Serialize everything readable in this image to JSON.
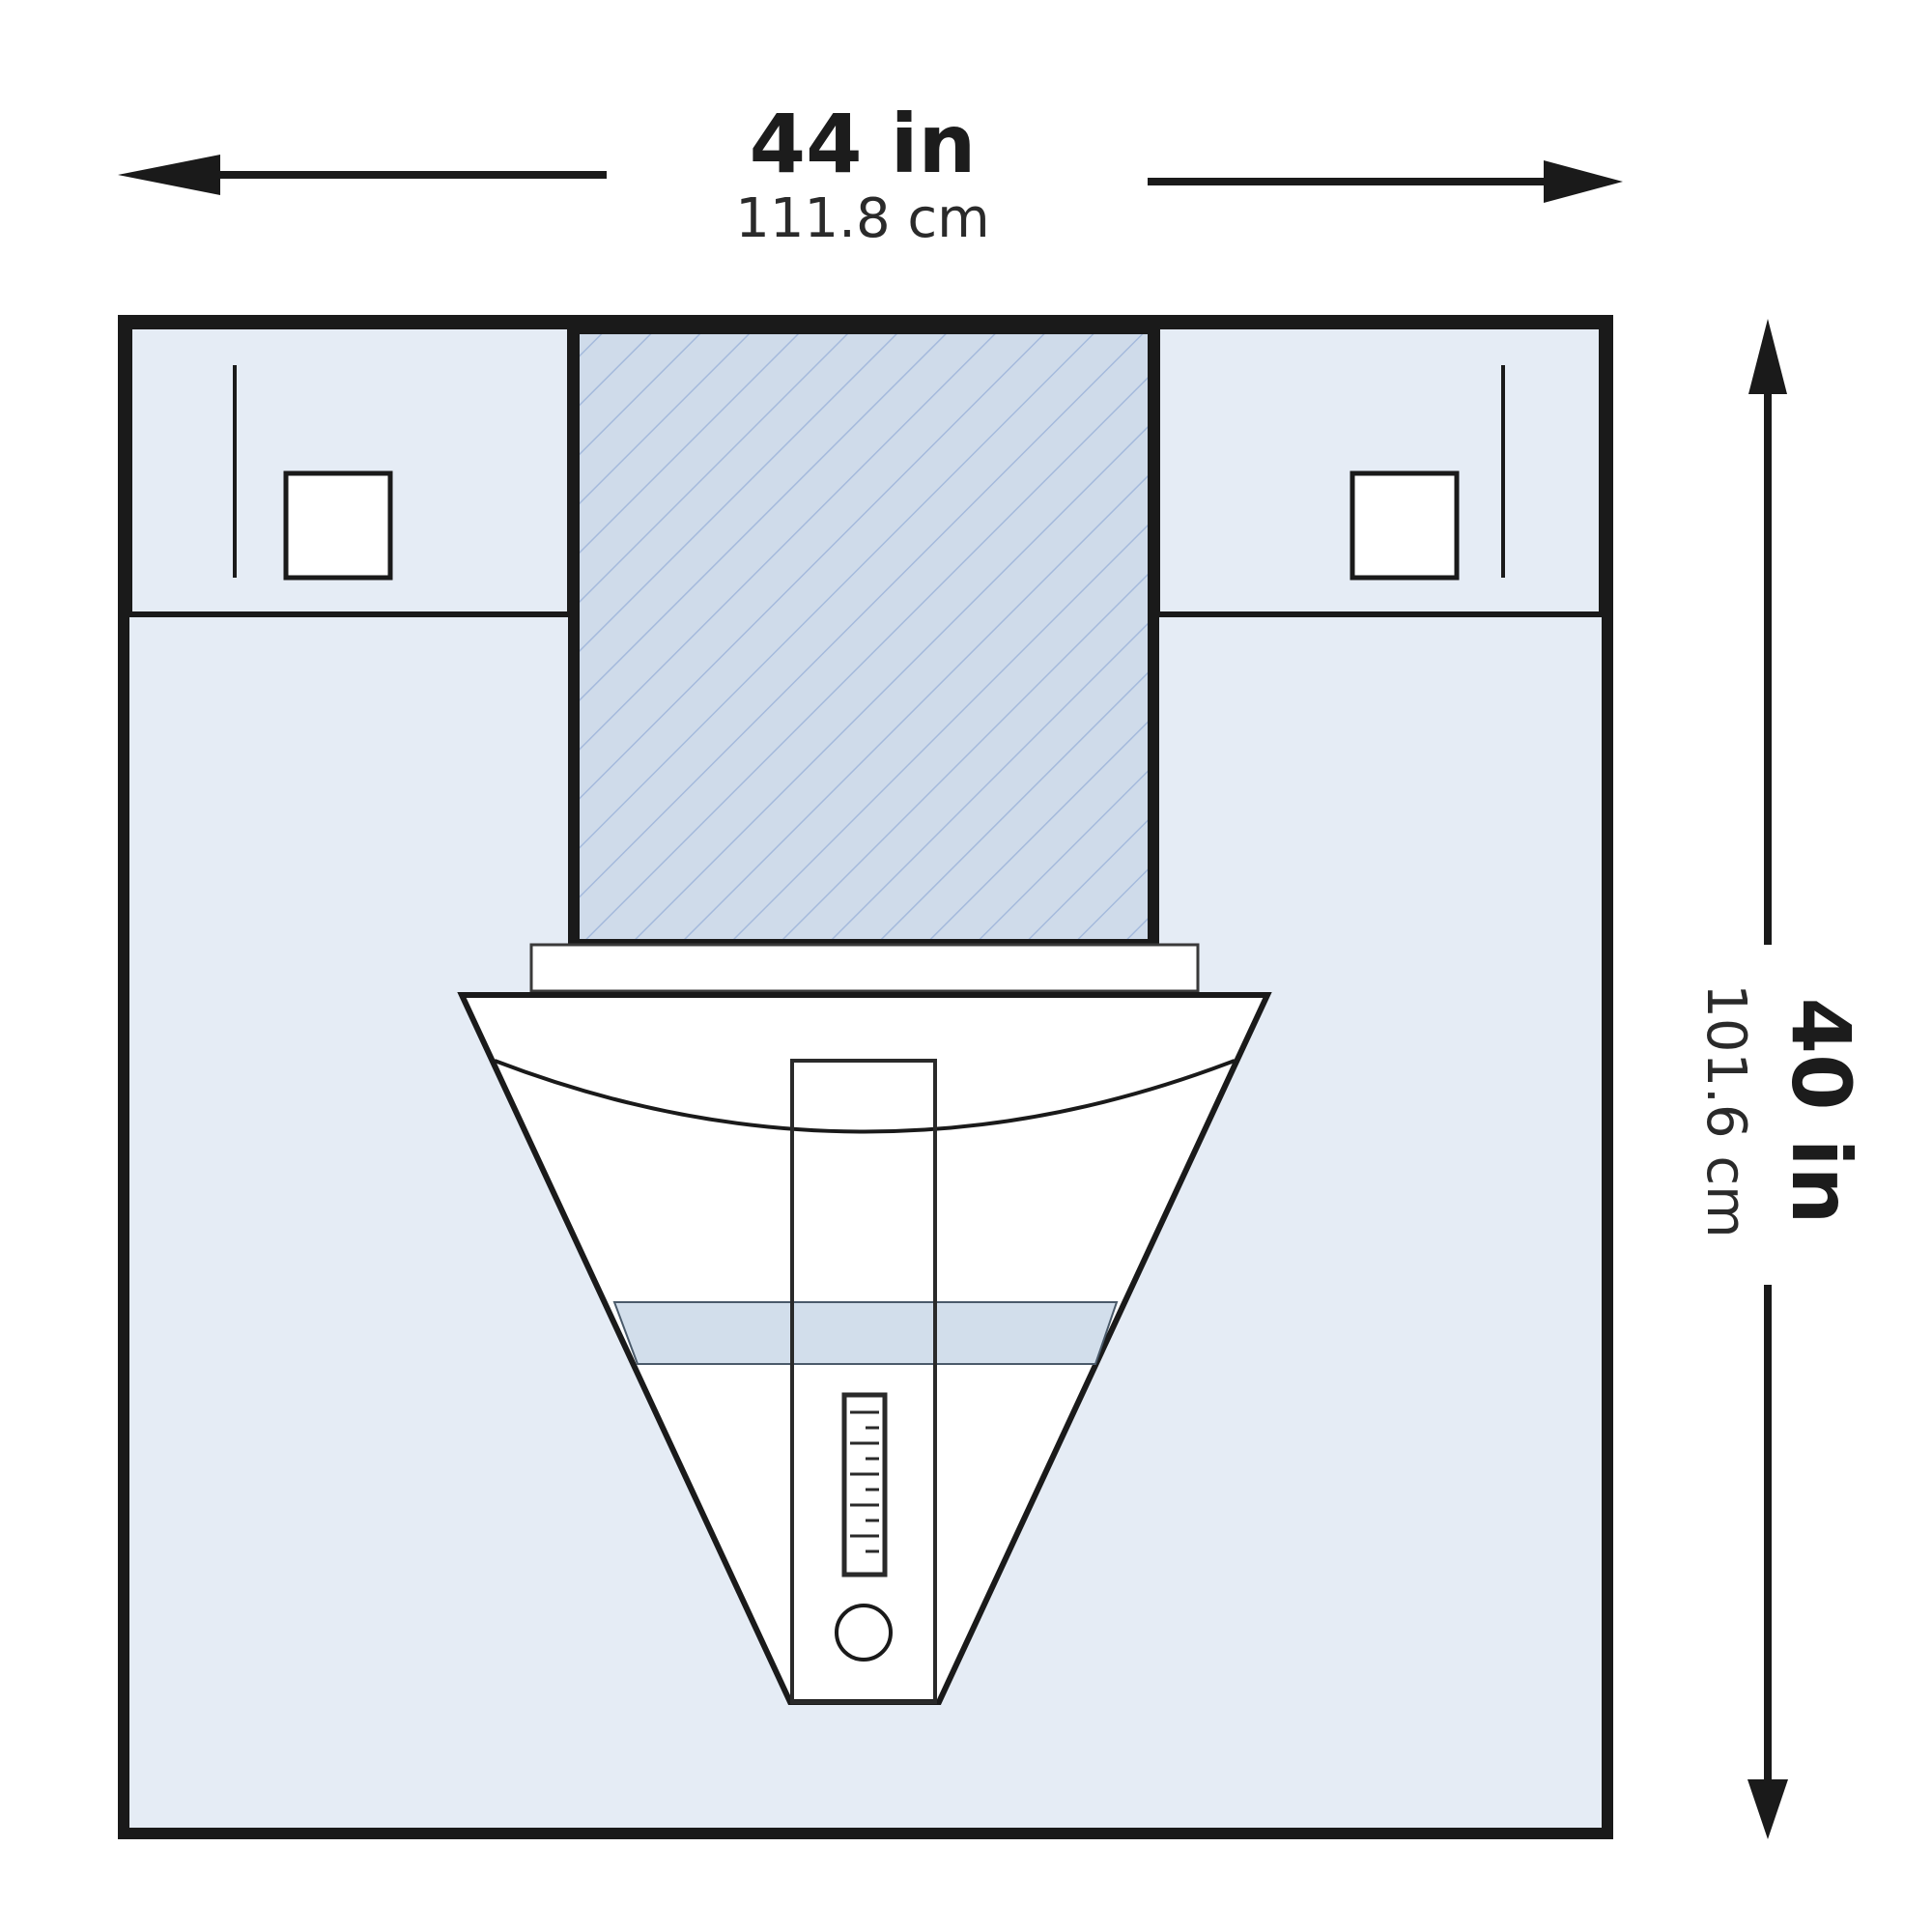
{
  "dimensions": {
    "width": {
      "primary": "44 in",
      "secondary": "111.8 cm"
    },
    "height": {
      "primary": "40 in",
      "secondary": "101.6 cm"
    }
  },
  "colors": {
    "outline": "#1a1a1a",
    "drape_fill": "#e5ecf5",
    "fenestration_fill": "#cfdbea",
    "hatch_line": "#9db4da",
    "band_fill": "#d2deeb",
    "pouch_fill": "#ffffff",
    "background": "#ffffff"
  },
  "icons": {
    "width_arrow": "double-headed-horizontal-arrow",
    "height_arrow": "double-headed-vertical-arrow",
    "drainage_port": "circle-port-icon",
    "volume_scale": "graduated-scale-icon"
  }
}
